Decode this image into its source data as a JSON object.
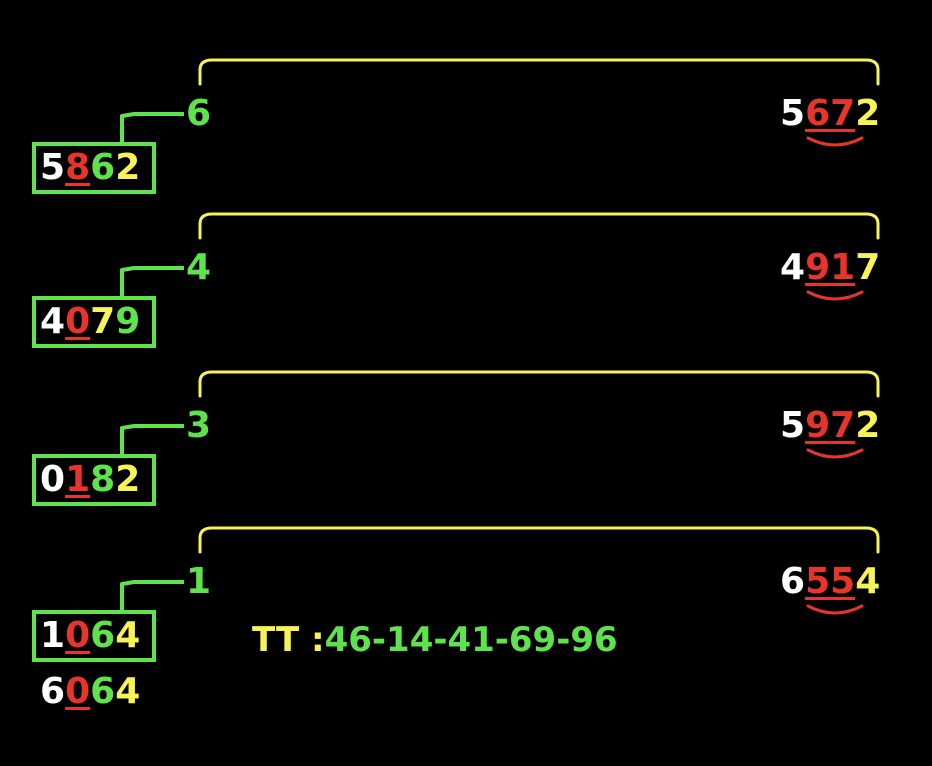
{
  "colors": {
    "white": "#ffffff",
    "red": "#e8352a",
    "green": "#5fe34c",
    "yellow": "#f7f25a",
    "background": "#000000"
  },
  "rows": [
    {
      "left": {
        "digits": [
          {
            "ch": "5",
            "c": "white"
          },
          {
            "ch": "8",
            "c": "red",
            "u": true
          },
          {
            "ch": "6",
            "c": "green"
          },
          {
            "ch": "2",
            "c": "yellow"
          }
        ]
      },
      "link": "6",
      "right": {
        "digits": [
          {
            "ch": "5",
            "c": "white"
          },
          {
            "ch": "6",
            "c": "red",
            "u": true
          },
          {
            "ch": "7",
            "c": "red",
            "u": true
          },
          {
            "ch": "2",
            "c": "yellow"
          }
        ]
      }
    },
    {
      "left": {
        "digits": [
          {
            "ch": "4",
            "c": "white"
          },
          {
            "ch": "0",
            "c": "red",
            "u": true
          },
          {
            "ch": "7",
            "c": "yellow"
          },
          {
            "ch": "9",
            "c": "green"
          }
        ]
      },
      "link": "4",
      "right": {
        "digits": [
          {
            "ch": "4",
            "c": "white"
          },
          {
            "ch": "9",
            "c": "red",
            "u": true
          },
          {
            "ch": "1",
            "c": "red",
            "u": true
          },
          {
            "ch": "7",
            "c": "yellow"
          }
        ]
      }
    },
    {
      "left": {
        "digits": [
          {
            "ch": "0",
            "c": "white"
          },
          {
            "ch": "1",
            "c": "red",
            "u": true
          },
          {
            "ch": "8",
            "c": "green"
          },
          {
            "ch": "2",
            "c": "yellow"
          }
        ]
      },
      "link": "3",
      "right": {
        "digits": [
          {
            "ch": "5",
            "c": "white"
          },
          {
            "ch": "9",
            "c": "red",
            "u": true
          },
          {
            "ch": "7",
            "c": "red",
            "u": true
          },
          {
            "ch": "2",
            "c": "yellow"
          }
        ]
      }
    },
    {
      "left": {
        "digits": [
          {
            "ch": "1",
            "c": "white"
          },
          {
            "ch": "0",
            "c": "red",
            "u": true
          },
          {
            "ch": "6",
            "c": "green"
          },
          {
            "ch": "4",
            "c": "yellow"
          }
        ]
      },
      "link": "1",
      "right": {
        "digits": [
          {
            "ch": "6",
            "c": "white"
          },
          {
            "ch": "5",
            "c": "red",
            "u": true
          },
          {
            "ch": "5",
            "c": "red",
            "u": true
          },
          {
            "ch": "4",
            "c": "yellow"
          }
        ]
      }
    }
  ],
  "extra": {
    "digits": [
      {
        "ch": "6",
        "c": "white"
      },
      {
        "ch": "0",
        "c": "red",
        "u": true
      },
      {
        "ch": "6",
        "c": "green"
      },
      {
        "ch": "4",
        "c": "yellow"
      }
    ]
  },
  "tt": {
    "label": "TT :",
    "value": "46-14-41-69-96"
  }
}
